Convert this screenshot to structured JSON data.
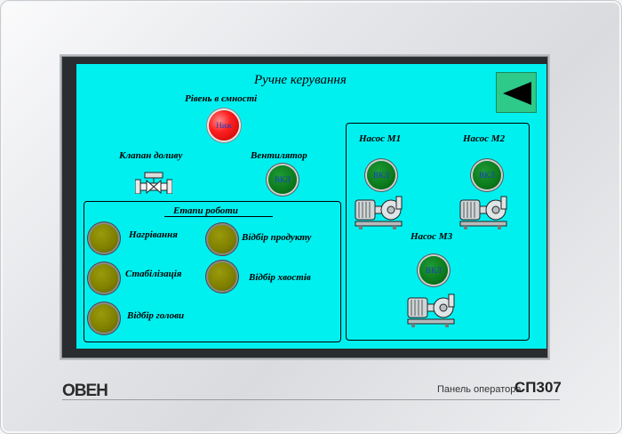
{
  "screen": {
    "title": "Ручне керування",
    "level_label": "Рівень в ємності",
    "level_lamp_text": "Ниж",
    "valve_label": "Клапан доливу",
    "fan_label": "Вентилятор",
    "fan_lamp_text": "ВКЛ",
    "stages": {
      "header": "Етапи роботи",
      "items": [
        "Нагрівання",
        "Стабілізація",
        "Відбір голови",
        "Відбір продукту",
        "Відбір хвостів"
      ]
    },
    "pumps": [
      {
        "label": "Насос М1",
        "lamp_text": "ВКЛ"
      },
      {
        "label": "Насос М2",
        "lamp_text": "ВКЛ"
      },
      {
        "label": "Насос М3",
        "lamp_text": "ВКЛ"
      }
    ]
  },
  "device": {
    "brand": "ОВЕН",
    "caption": "Панель оператора",
    "model": "СП307"
  },
  "colors": {
    "screen_bg": "#00f0f0",
    "back_button": "#2dca8a",
    "lamp_red": "#ff2020",
    "lamp_green": "#0b7a1c",
    "lamp_olive": "#7e7e00"
  },
  "icons": [
    "back-arrow-icon",
    "valve-icon",
    "pump-motor-icon"
  ]
}
